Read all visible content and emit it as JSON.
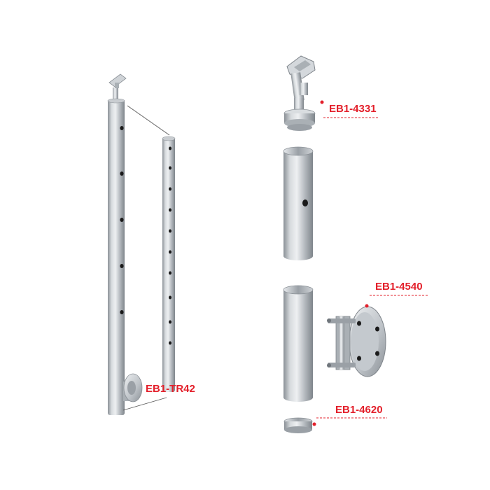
{
  "labels": {
    "main_post": "EB1-TR42",
    "handrail_holder": "EB1-4331",
    "wall_flange": "EB1-4540",
    "base_ring": "EB1-4620"
  },
  "colors": {
    "metal_dark": "#8e949a",
    "metal_mid": "#c4c9ce",
    "metal_light": "#e9ecef",
    "label_red": "#e3202b",
    "hole": "#1a1a1a"
  }
}
